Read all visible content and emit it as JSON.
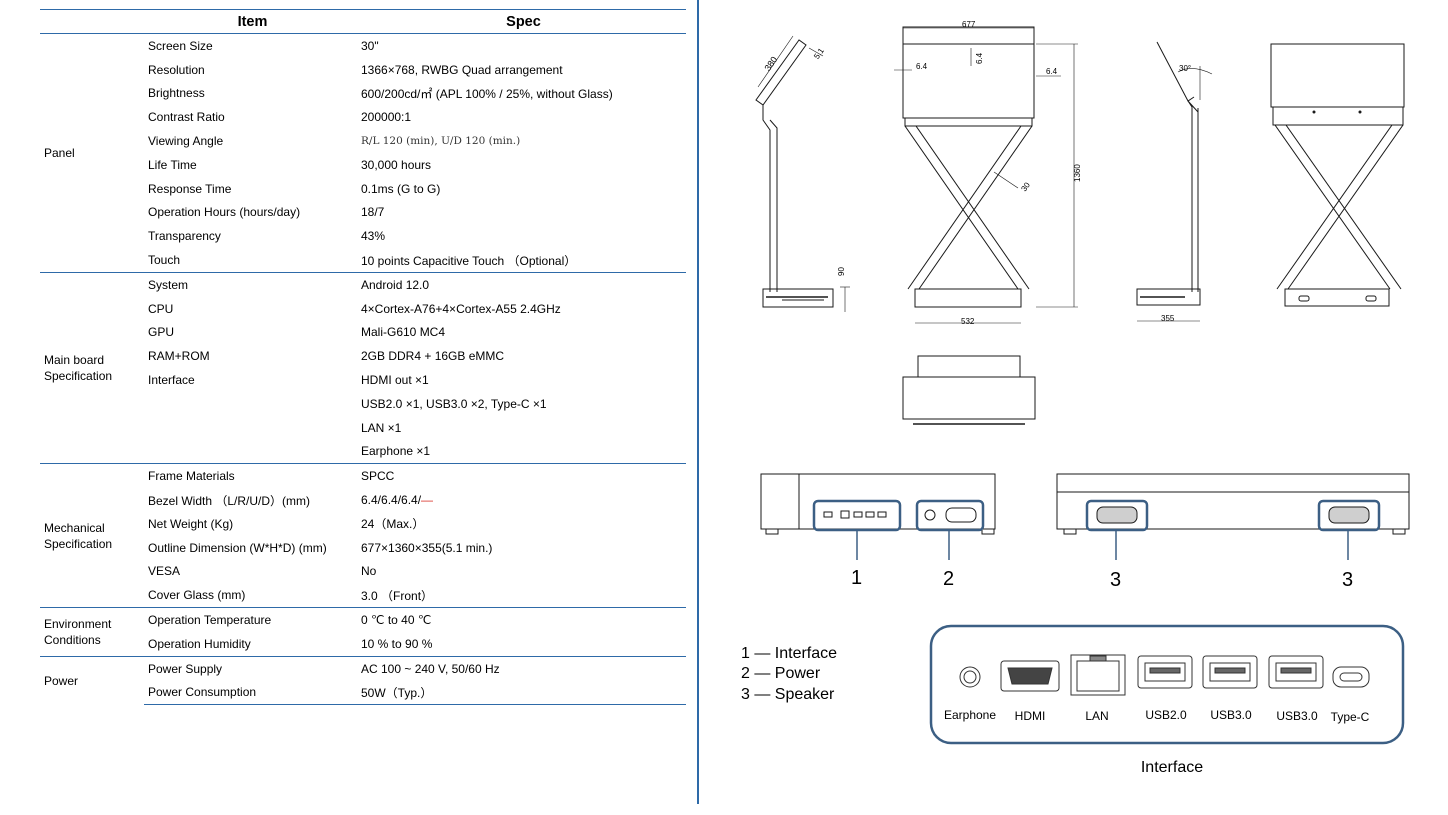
{
  "table": {
    "headers": {
      "item": "Item",
      "spec": "Spec"
    },
    "groups": [
      {
        "name": "Panel",
        "rows": [
          [
            "Screen Size",
            "30\""
          ],
          [
            "Resolution",
            "1366×768, RWBG Quad arrangement"
          ],
          [
            "Brightness",
            "600/200cd/㎡ (APL 100% / 25%, without Glass)"
          ],
          [
            "Contrast Ratio",
            "200000:1"
          ],
          [
            "Viewing Angle",
            "R/L 120 (min), U/D 120 (min.)"
          ],
          [
            "Life Time",
            "30,000 hours"
          ],
          [
            "Response Time",
            "0.1ms (G to G)"
          ],
          [
            "Operation Hours (hours/day)",
            "18/7"
          ],
          [
            "Transparency",
            "43%"
          ],
          [
            "Touch",
            "10 points Capacitive Touch （Optional）"
          ]
        ]
      },
      {
        "name": "Main board Specification",
        "rows": [
          [
            "System",
            "Android 12.0"
          ],
          [
            "CPU",
            "4×Cortex-A76+4×Cortex-A55 2.4GHz"
          ],
          [
            "GPU",
            "Mali-G610 MC4"
          ],
          [
            "RAM+ROM",
            "2GB DDR4 + 16GB eMMC"
          ],
          [
            "Interface",
            "HDMI out ×1"
          ],
          [
            "",
            "USB2.0 ×1, USB3.0 ×2, Type-C ×1"
          ],
          [
            "",
            "LAN ×1"
          ],
          [
            "",
            "Earphone ×1"
          ]
        ]
      },
      {
        "name": "Mechanical Specification",
        "rows": [
          [
            "Frame Materials",
            "SPCC"
          ],
          [
            "Bezel Width （L/R/U/D）(mm)",
            "6.4/6.4/6.4/—"
          ],
          [
            "Net Weight (Kg)",
            "24（Max.）"
          ],
          [
            "Outline Dimension (W*H*D) (mm)",
            "677×1360×355(5.1 min.)"
          ],
          [
            "VESA",
            "No"
          ],
          [
            "Cover Glass (mm)",
            "3.0 （Front）"
          ]
        ]
      },
      {
        "name": "Environment Conditions",
        "rows": [
          [
            "Operation Temperature",
            " 0 ℃ to 40 ℃"
          ],
          [
            "Operation Humidity",
            "10 % to 90 %"
          ]
        ]
      },
      {
        "name": "Power",
        "rows": [
          [
            "Power Supply",
            "AC 100 ~ 240 V, 50/60 Hz"
          ],
          [
            "Power Consumption",
            "50W（Typ.）"
          ]
        ]
      }
    ]
  },
  "drawing": {
    "dims": {
      "width": "677",
      "height": "1360",
      "bezel_left": "6.4",
      "bezel_top": "6.4",
      "bezel_right": "6.4",
      "base_front": "532",
      "base_side": "355",
      "side_screen": "380",
      "side_thick": "5.1",
      "angle": "30°",
      "leg": "30",
      "foot": "90"
    },
    "callouts": [
      "1",
      "2",
      "3",
      "3"
    ],
    "legend": [
      "1 — Interface",
      "2 — Power",
      "3 — Speaker"
    ],
    "ports": [
      "Earphone",
      "HDMI",
      "LAN",
      "USB2.0",
      "USB3.0",
      "USB3.0",
      "Type-C"
    ],
    "caption": "Interface"
  },
  "colors": {
    "accent": "#2e6aa8",
    "interface_box": "#3c5f84",
    "drawing_line": "#1a1a1a",
    "bezel_dash": "#d9342b"
  }
}
